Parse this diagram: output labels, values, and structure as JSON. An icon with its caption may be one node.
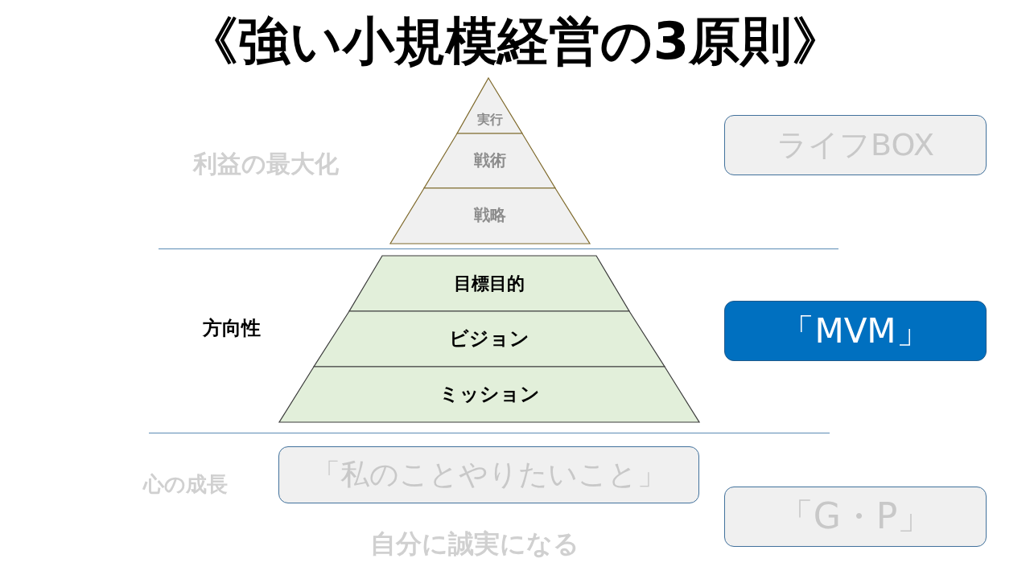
{
  "diagram": {
    "title": "《強い小規模経営の3原則》",
    "nodes": [
      {
        "text": [
          "実行"
        ]
      },
      {
        "text": [
          "戦術"
        ]
      },
      {
        "text": [
          "戦略"
        ]
      },
      {
        "text": [
          "ライフBOX"
        ]
      },
      {
        "text": [
          "目標目的"
        ]
      },
      {
        "text": [
          "ビジョン"
        ]
      },
      {
        "text": [
          "ミッション"
        ]
      },
      {
        "text": [
          "「MVM」"
        ]
      },
      {
        "text": [
          "「私のことやりたいこと」"
        ]
      },
      {
        "text": [
          "「G・P」"
        ]
      }
    ],
    "edges": [],
    "labels": [
      "利益の最大化",
      "方向性",
      "心の成長",
      "自分に誠実になる"
    ]
  }
}
